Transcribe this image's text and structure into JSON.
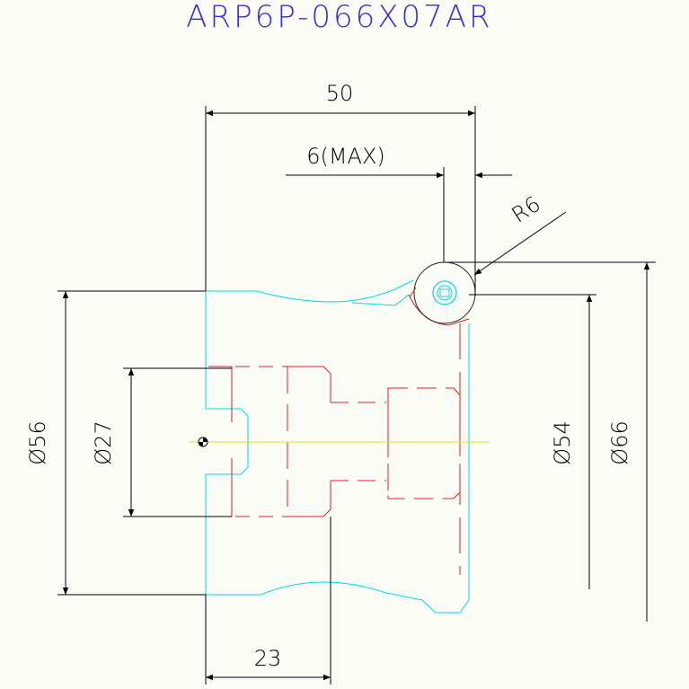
{
  "title": "ARP6P-066X07AR",
  "dimensions": {
    "overall_length": "50",
    "max_insert": "6(MAX)",
    "radius": "R6",
    "diameter_56": "Ø56",
    "diameter_27": "Ø27",
    "diameter_54": "Ø54",
    "diameter_66": "Ø66",
    "shank_length": "23"
  },
  "colors": {
    "outline": "#00d8e8",
    "hidden": "#e02020",
    "dimension": "#000000",
    "centerline": "#e8e020",
    "title": "#3030d8"
  }
}
